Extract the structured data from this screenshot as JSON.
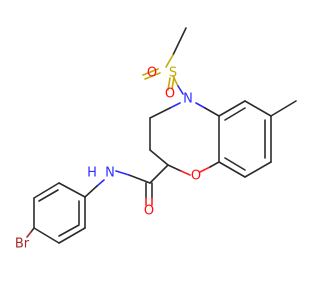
{
  "atoms": {
    "s": {
      "label": "S",
      "color": "#c8a800"
    },
    "o_s_left": {
      "label": "O",
      "color": "#ff0d0d"
    },
    "o_s_bottom": {
      "label": "O",
      "color": "#ff0d0d"
    },
    "n_ring": {
      "label": "N",
      "color": "#3030ff"
    },
    "o_ring": {
      "label": "O",
      "color": "#ff0d0d"
    },
    "o_carbonyl": {
      "label": "O",
      "color": "#ff0d0d"
    },
    "nh_amide": {
      "label": "N",
      "color": "#3030ff"
    },
    "h_amide": {
      "label": "H",
      "color": "#3030ff"
    },
    "br": {
      "label": "Br",
      "color": "#a52a2a"
    }
  }
}
